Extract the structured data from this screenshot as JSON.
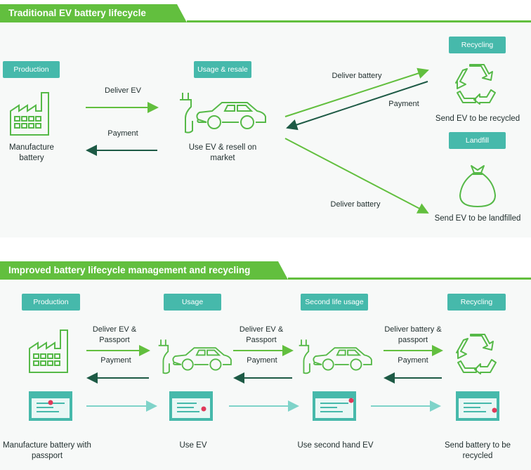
{
  "section1": {
    "title": "Traditional EV battery lifecycle",
    "tags": {
      "production": "Production",
      "usage_resale": "Usage & resale",
      "recycling": "Recycling",
      "landfill": "Landfill"
    },
    "labels": {
      "manufacture": "Manufacture battery",
      "use_resell": "Use EV & resell on market",
      "send_recycled": "Send EV to be recycled",
      "send_landfilled": "Send EV to be landfilled"
    },
    "arrows": {
      "deliver_ev": "Deliver EV",
      "payment": "Payment",
      "deliver_battery_top": "Deliver battery",
      "payment_right": "Payment",
      "deliver_battery_bottom": "Deliver battery"
    }
  },
  "section2": {
    "title": "Improved battery lifecycle management and recycling",
    "tags": {
      "production": "Production",
      "usage": "Usage",
      "second_life": "Second life usage",
      "recycling": "Recycling"
    },
    "labels": {
      "manufacture": "Manufacture battery with passport",
      "use_ev": "Use EV",
      "use_second_hand": "Use second hand EV",
      "send_battery": "Send battery to be recycled"
    },
    "arrows": {
      "deliver_ev_passport_1": "Deliver EV & Passport",
      "payment_1": "Payment",
      "deliver_ev_passport_2": "Deliver EV & Passport",
      "payment_2": "Payment",
      "deliver_battery_passport": "Deliver battery & passport",
      "payment_3": "Payment"
    }
  },
  "colors": {
    "green": "#62bf3e",
    "teal": "#46b9ab",
    "dark_green": "#1d5a45",
    "light_teal": "#7fd3c9",
    "icon_stroke": "#56b948"
  }
}
